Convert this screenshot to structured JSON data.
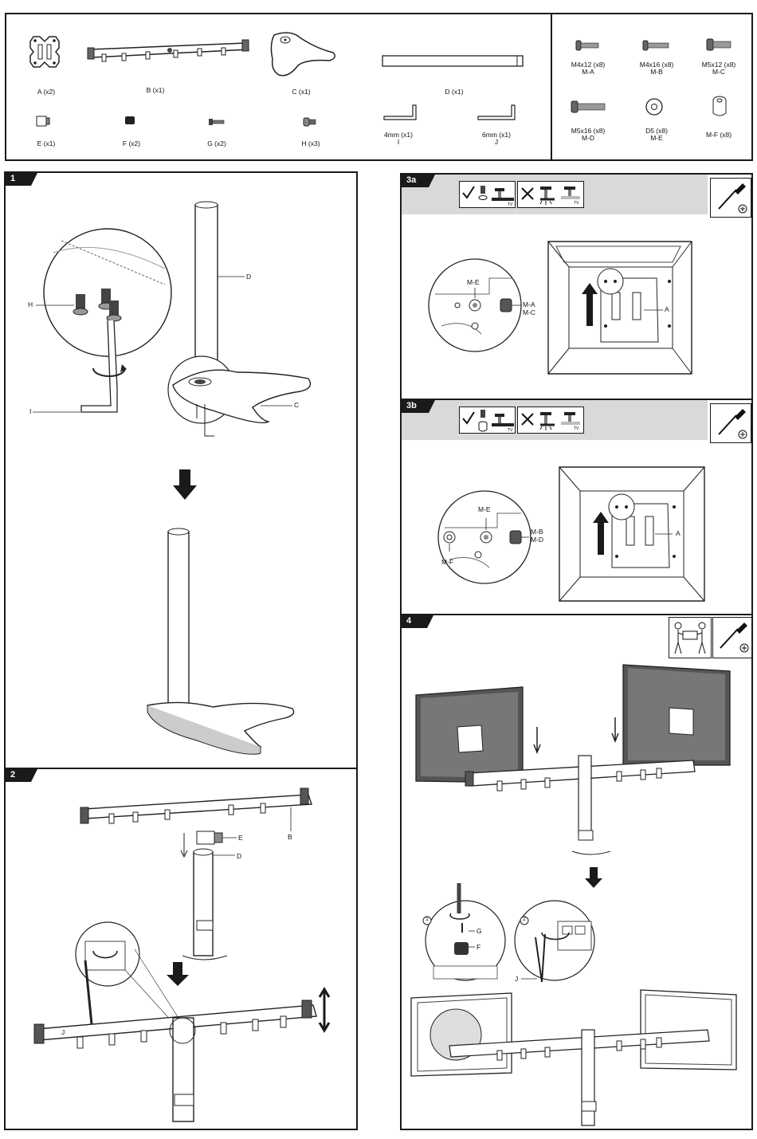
{
  "parts": [
    {
      "id": "A",
      "label": "A (x2)"
    },
    {
      "id": "B",
      "label": "B (x1)"
    },
    {
      "id": "C",
      "label": "C (x1)"
    },
    {
      "id": "D",
      "label": "D (x1)"
    },
    {
      "id": "E",
      "label": "E (x1)"
    },
    {
      "id": "F",
      "label": "F (x2)"
    },
    {
      "id": "G",
      "label": "G (x2)"
    },
    {
      "id": "H",
      "label": "H (x3)"
    },
    {
      "id": "I",
      "label": "4mm (x1)",
      "sub": "I"
    },
    {
      "id": "J",
      "label": "6mm (x1)",
      "sub": "J"
    }
  ],
  "hardware": [
    {
      "label": "M4x12 (x8)",
      "sub": "M-A"
    },
    {
      "label": "M4x16 (x8)",
      "sub": "M-B"
    },
    {
      "label": "M5x12 (x8)",
      "sub": "M-C"
    },
    {
      "label": "M5x16 (x8)",
      "sub": "M-D"
    },
    {
      "label": "D5 (x8)",
      "sub": "M-E"
    },
    {
      "label": "M-F (x8)",
      "sub": ""
    }
  ],
  "steps": {
    "s1": {
      "num": "1",
      "callouts": {
        "H": "H",
        "D": "D",
        "I": "I",
        "C": "C"
      }
    },
    "s2": {
      "num": "2",
      "callouts": {
        "E": "E",
        "B": "B",
        "D": "D",
        "J": "J"
      }
    },
    "s3a": {
      "num": "3a",
      "callouts": {
        "ME": "M-E",
        "MA": "M-A",
        "MC": "M-C",
        "A": "A"
      }
    },
    "s3b": {
      "num": "3b",
      "callouts": {
        "ME": "M-E",
        "MB": "M-B",
        "MD": "M-D",
        "MF": "M-F",
        "A": "A"
      }
    },
    "s4": {
      "num": "4",
      "callouts": {
        "G": "G",
        "F": "F",
        "J": "J",
        "c1": "1",
        "c2": "2"
      }
    }
  },
  "icons": {
    "tv": "TV",
    "check": "✓",
    "cross": "✕"
  }
}
